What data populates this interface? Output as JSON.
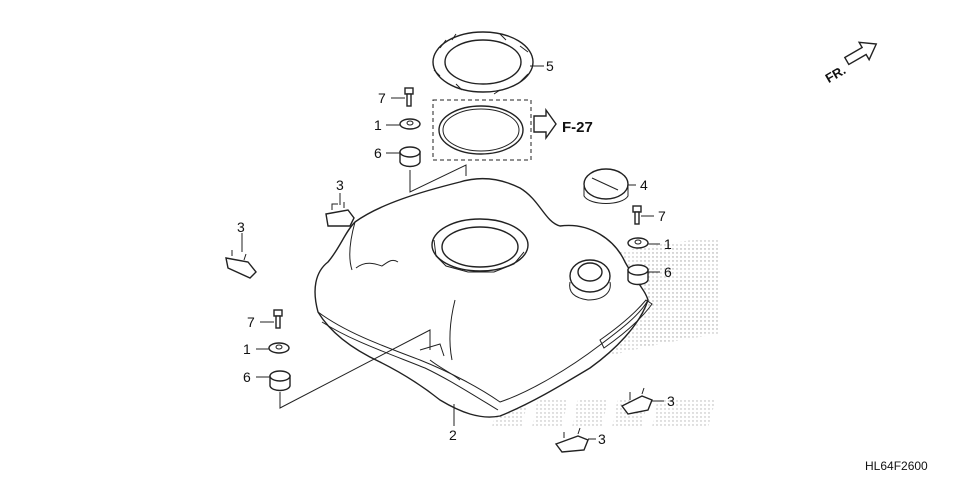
{
  "diagram": {
    "orientation_label": "FR.",
    "reference_label": "F-27",
    "drawing_code": "HL64F2600",
    "callouts": {
      "c1a": "1",
      "c1b": "1",
      "c1c": "1",
      "c2": "2",
      "c3a": "3",
      "c3b": "3",
      "c3c": "3",
      "c3d": "3",
      "c4": "4",
      "c5": "5",
      "c6a": "6",
      "c6b": "6",
      "c6c": "6",
      "c7a": "7",
      "c7b": "7",
      "c7c": "7"
    }
  },
  "colors": {
    "line": "#222222",
    "watermark": "#9a9a9a",
    "background": "#ffffff"
  }
}
